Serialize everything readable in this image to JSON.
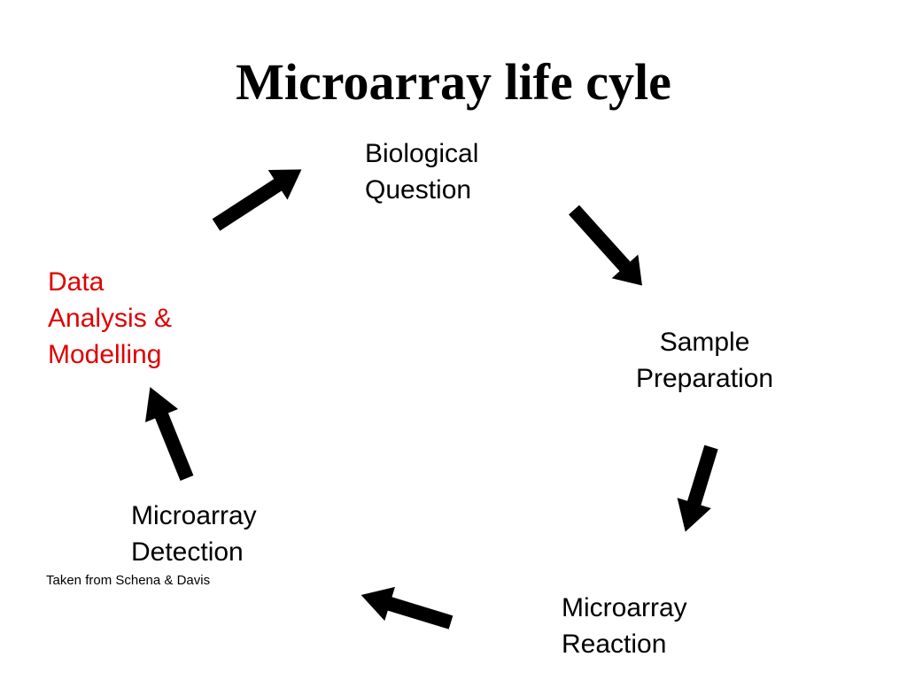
{
  "title": "Microarray life cyle",
  "stages": [
    {
      "lines": [
        "Biological",
        "Question"
      ]
    },
    {
      "lines": [
        "Sample",
        "Preparation"
      ]
    },
    {
      "lines": [
        "Microarray",
        "Reaction"
      ]
    },
    {
      "lines": [
        "Microarray",
        "Detection"
      ]
    },
    {
      "lines": [
        "Data",
        "Analysis &",
        "Modelling"
      ],
      "color": "#e00000"
    }
  ],
  "credit": "Taken from Schena & Davis",
  "colors": {
    "arrow": "#000000",
    "text": "#000000",
    "highlight": "#e00000"
  },
  "arrow_icon": "block-arrow-icon"
}
